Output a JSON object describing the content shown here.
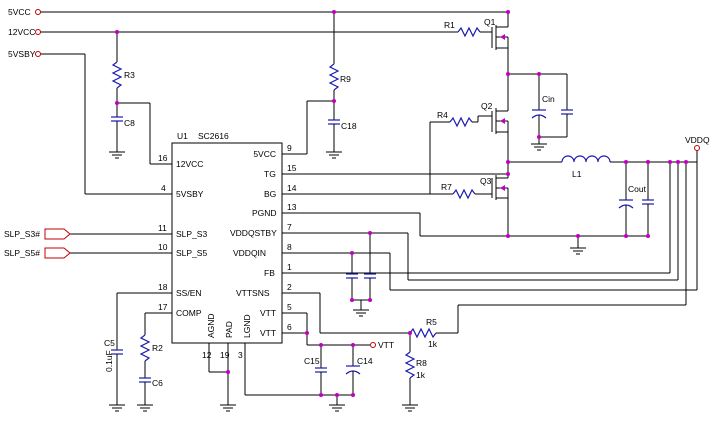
{
  "nets": {
    "vcc5": "5VCC",
    "vcc12": "12VCC",
    "vsby5": "5VSBY",
    "vddq": "VDDQ",
    "vtt": "VTT",
    "slp_s3": "SLP_S3#",
    "slp_s5": "SLP_S5#"
  },
  "ic": {
    "ref": "U1",
    "part": "SC2616",
    "left_pins": [
      {
        "num": "16",
        "name": "12VCC"
      },
      {
        "num": "4",
        "name": "5VSBY"
      },
      {
        "num": "11",
        "name": "SLP_S3"
      },
      {
        "num": "10",
        "name": "SLP_S5"
      },
      {
        "num": "18",
        "name": "SS/EN"
      },
      {
        "num": "17",
        "name": "COMP"
      }
    ],
    "right_pins": [
      {
        "num": "9",
        "name": "5VCC"
      },
      {
        "num": "15",
        "name": "TG"
      },
      {
        "num": "14",
        "name": "BG"
      },
      {
        "num": "13",
        "name": "PGND"
      },
      {
        "num": "7",
        "name": "VDDQSTBY"
      },
      {
        "num": "8",
        "name": "VDDQIN"
      },
      {
        "num": "1",
        "name": "FB"
      },
      {
        "num": "2",
        "name": "VTTSNS"
      },
      {
        "num": "5",
        "name": "VTT"
      },
      {
        "num": "6",
        "name": "VTT"
      }
    ],
    "bottom_pins": [
      {
        "num": "12",
        "name": "AGND"
      },
      {
        "num": "19",
        "name": "PAD"
      },
      {
        "num": "3",
        "name": "LGND"
      }
    ]
  },
  "components": {
    "r1": "R1",
    "r2": "R2",
    "r3": "R3",
    "r4": "R4",
    "r5": "R5",
    "r7": "R7",
    "r8": "R8",
    "r9": "R9",
    "r5_value": "1k",
    "r8_value": "1k",
    "c5": "C5",
    "c5_value": "0.1uF",
    "c6": "C6",
    "c8": "C8",
    "c14": "C14",
    "c15": "C15",
    "c18": "C18",
    "cin": "Cin",
    "cout": "Cout",
    "q1": "Q1",
    "q2": "Q2",
    "q3": "Q3",
    "l1": "L1"
  }
}
